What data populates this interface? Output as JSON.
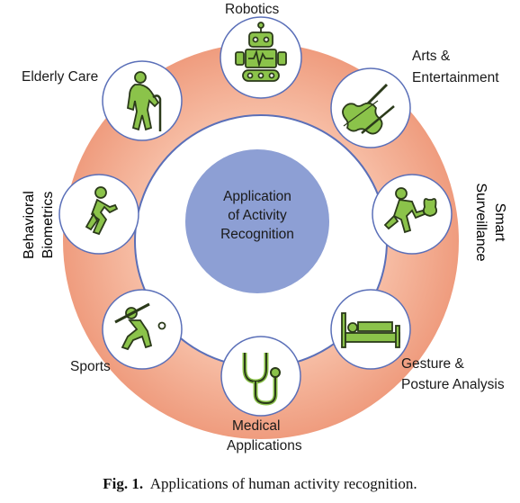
{
  "center": {
    "line1": "Application",
    "line2": "of Activity",
    "line3": "Recognition"
  },
  "applications": {
    "robotics": "Robotics",
    "arts_line1": "Arts &",
    "arts_line2": "Entertainment",
    "smart_line1": "Smart",
    "smart_line2": "Surveillance",
    "gesture_line1": "Gesture &",
    "gesture_line2": "Posture Analysis",
    "medical_line1": "Medical",
    "medical_line2": "Applications",
    "sports": "Sports",
    "behavioral_line1": "Behavioral",
    "behavioral_line2": "Biometrics",
    "elderly": "Elderly Care"
  },
  "caption": {
    "label": "Fig. 1.",
    "text": "Applications of human activity recognition."
  },
  "colors": {
    "ring": "#f2a98c",
    "center_circle": "#8d9fd4",
    "icon_green": "#8bc34a",
    "outline": "#5a6fb8"
  },
  "icons": [
    "robot-icon",
    "violin-icon",
    "thief-icon",
    "bed-icon",
    "stethoscope-icon",
    "baseball-icon",
    "walking-icon",
    "elderly-icon"
  ]
}
